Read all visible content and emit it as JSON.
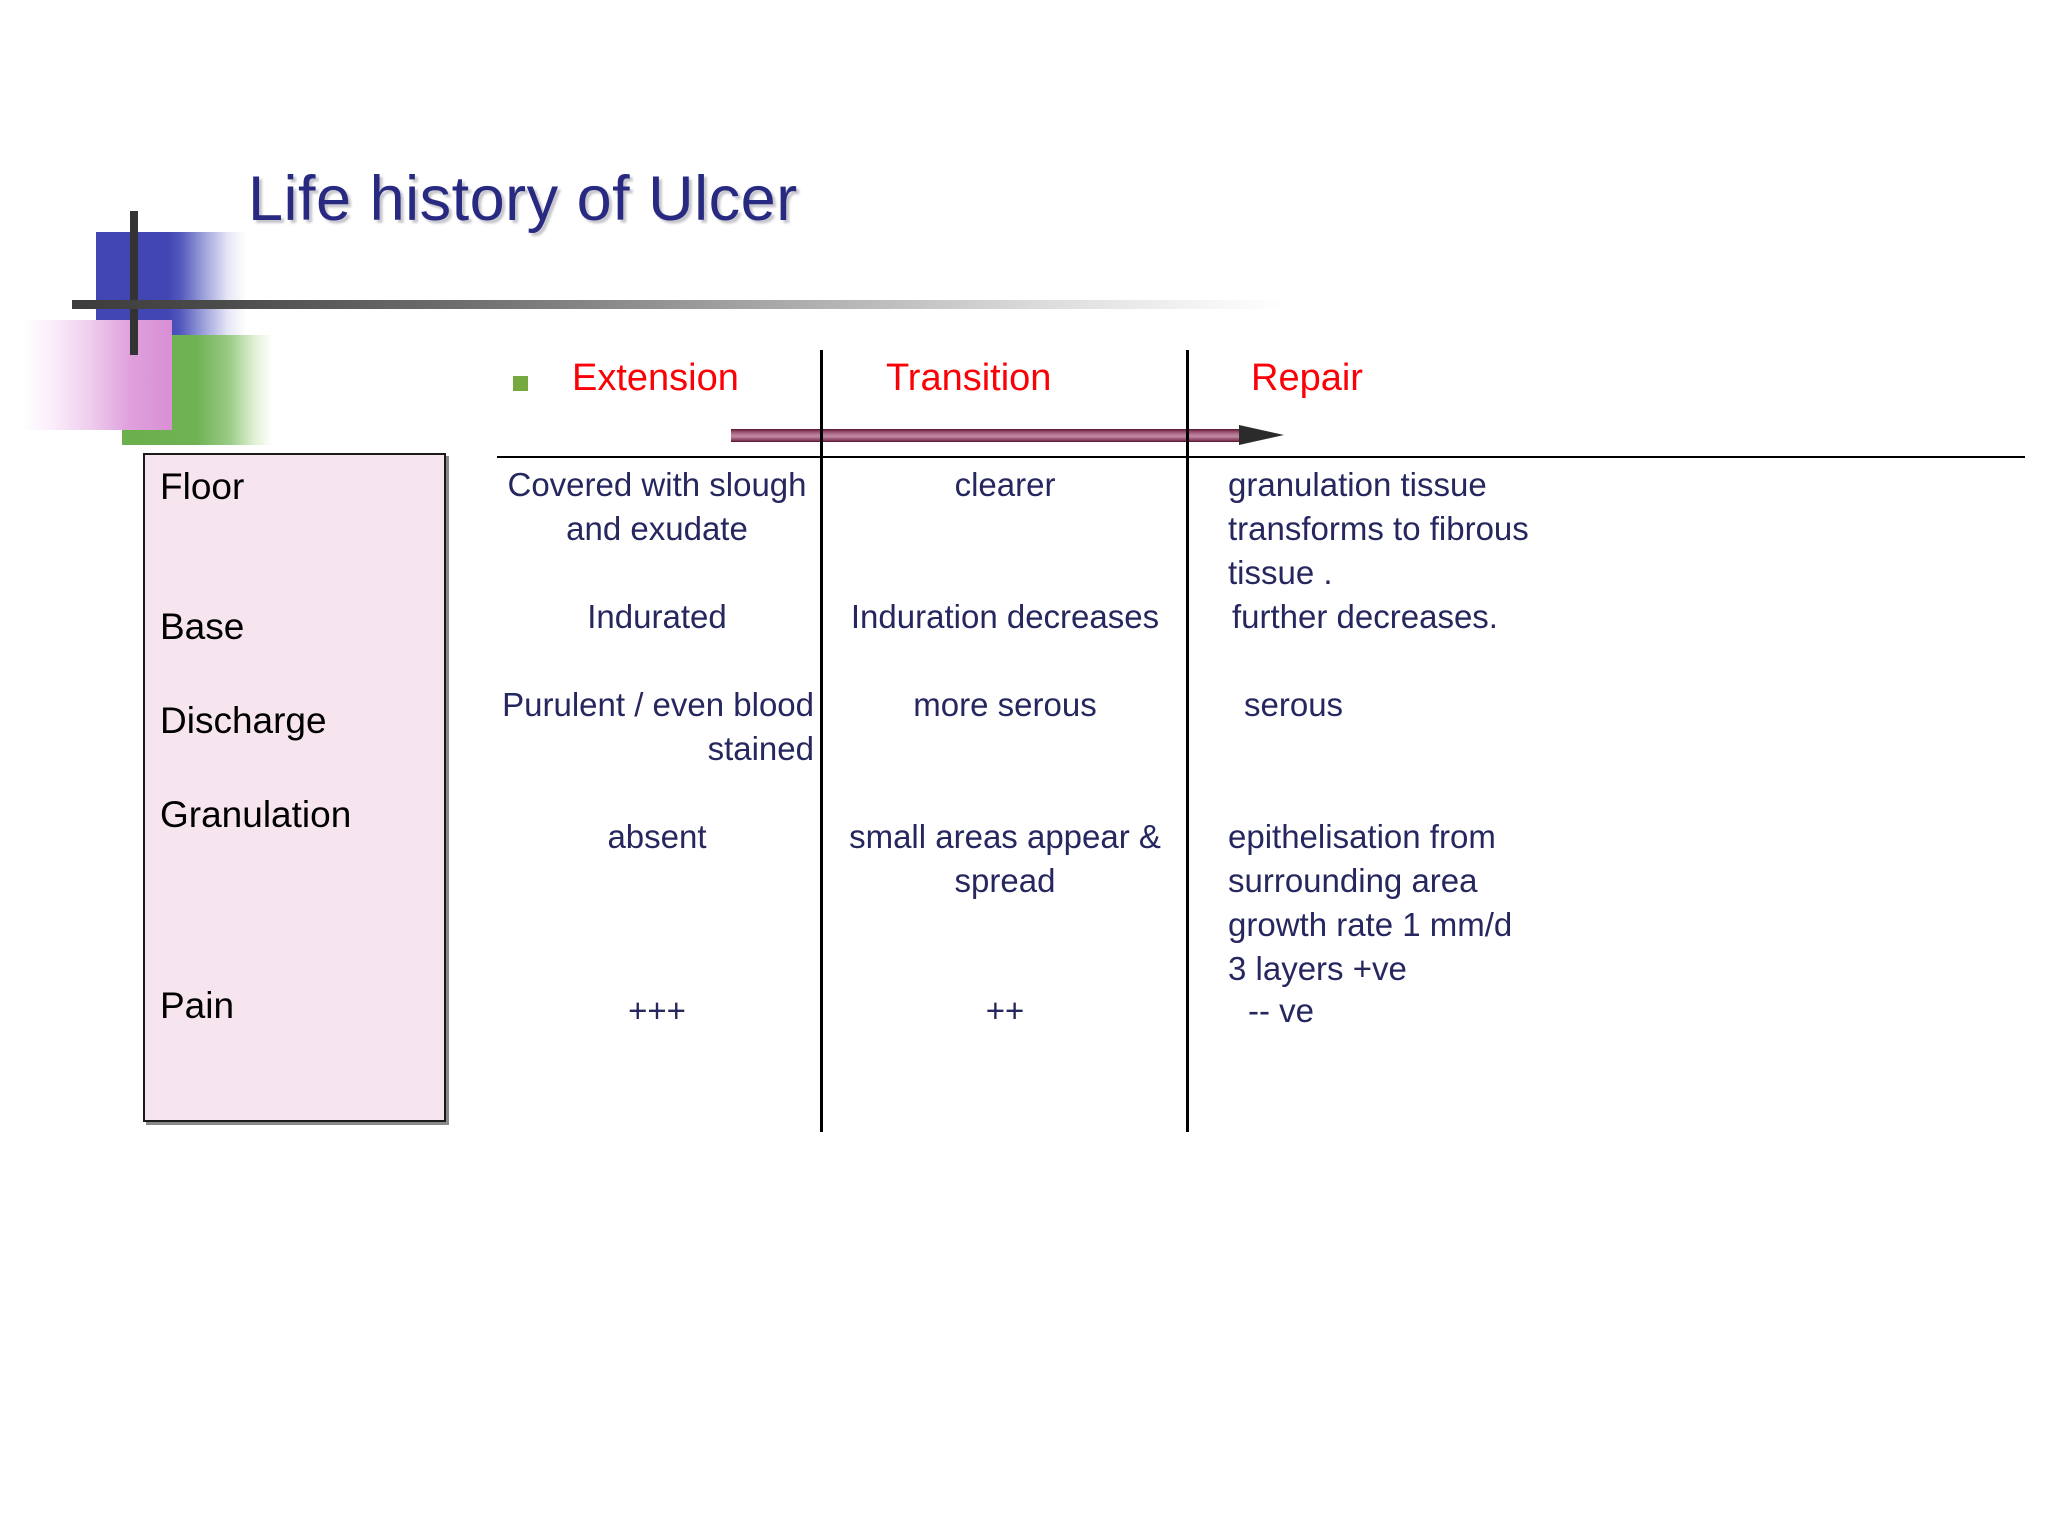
{
  "slide": {
    "title": "Life history of Ulcer",
    "title_color": "#272a80",
    "header_color": "#fc0007",
    "body_text_color": "#25275e",
    "label_panel_color": "#f6e4ee",
    "arrow_color": "#b0708e",
    "bullet_color": "#76a940"
  },
  "table": {
    "row_labels": [
      "Floor",
      "Base",
      "Discharge",
      "Granulation",
      "Pain"
    ],
    "column_headers": [
      "Extension",
      "Transition",
      "Repair"
    ],
    "cells": {
      "floor": {
        "extension": "Covered with slough\n and exudate",
        "transition": "clearer",
        "repair": "granulation tissue\ntransforms to fibrous\n tissue ."
      },
      "base": {
        "extension": "Indurated",
        "transition": "Induration decreases",
        "repair": "further  decreases."
      },
      "discharge": {
        "extension": "Purulent / even blood\nstained",
        "transition": "more serous",
        "repair": "serous"
      },
      "granulation": {
        "extension": "absent",
        "transition": "small areas appear &\n spread",
        "repair": "epithelisation from\n surrounding area\n growth rate 1 mm/d\n  3 layers  +ve"
      },
      "pain": {
        "extension": "+++",
        "transition": "++",
        "repair": "-- ve"
      }
    }
  }
}
